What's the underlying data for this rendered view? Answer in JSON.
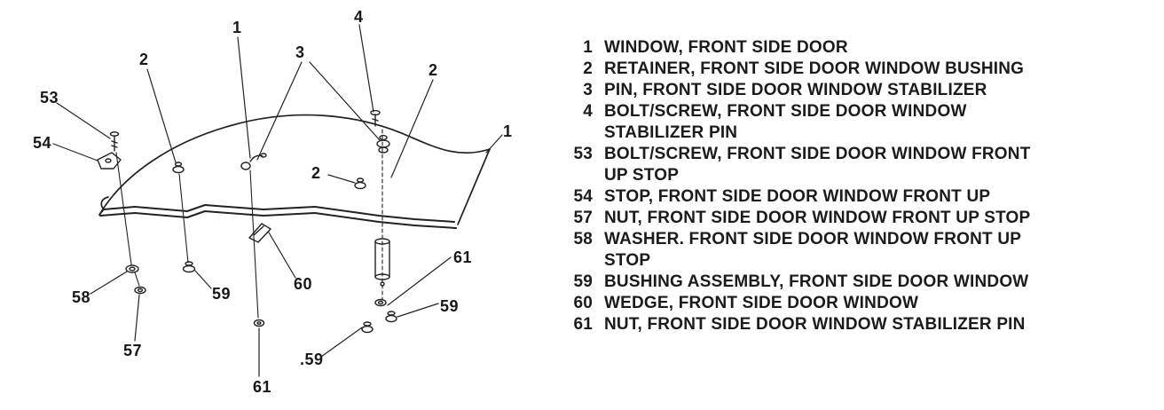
{
  "figure": {
    "title": "front side door window exploded view",
    "callouts": [
      "4",
      "1",
      "3",
      "2",
      "2",
      "53",
      "54",
      "1",
      "2",
      "58",
      "57",
      "59",
      "60",
      "61",
      "61",
      "59",
      ".59"
    ]
  },
  "parts_list": {
    "items": [
      {
        "number": "1",
        "description": "WINDOW, FRONT SIDE DOOR"
      },
      {
        "number": "2",
        "description": "RETAINER, FRONT SIDE DOOR WINDOW BUSHING"
      },
      {
        "number": "3",
        "description": "PIN, FRONT SIDE DOOR WINDOW STABILIZER"
      },
      {
        "number": "4",
        "description": "BOLT/SCREW, FRONT SIDE DOOR WINDOW STABILIZER PIN"
      },
      {
        "number": "53",
        "description": "BOLT/SCREW, FRONT SIDE DOOR WINDOW FRONT UP STOP"
      },
      {
        "number": "54",
        "description": "STOP, FRONT SIDE DOOR WINDOW FRONT UP"
      },
      {
        "number": "57",
        "description": "NUT, FRONT SIDE DOOR WINDOW FRONT UP STOP"
      },
      {
        "number": "58",
        "description": "WASHER. FRONT SIDE DOOR WINDOW FRONT UP STOP"
      },
      {
        "number": "59",
        "description": "BUSHING ASSEMBLY, FRONT SIDE DOOR WINDOW"
      },
      {
        "number": "60",
        "description": "WEDGE, FRONT SIDE DOOR WINDOW"
      },
      {
        "number": "61",
        "description": "NUT, FRONT SIDE DOOR WINDOW STABILIZER PIN"
      }
    ]
  }
}
